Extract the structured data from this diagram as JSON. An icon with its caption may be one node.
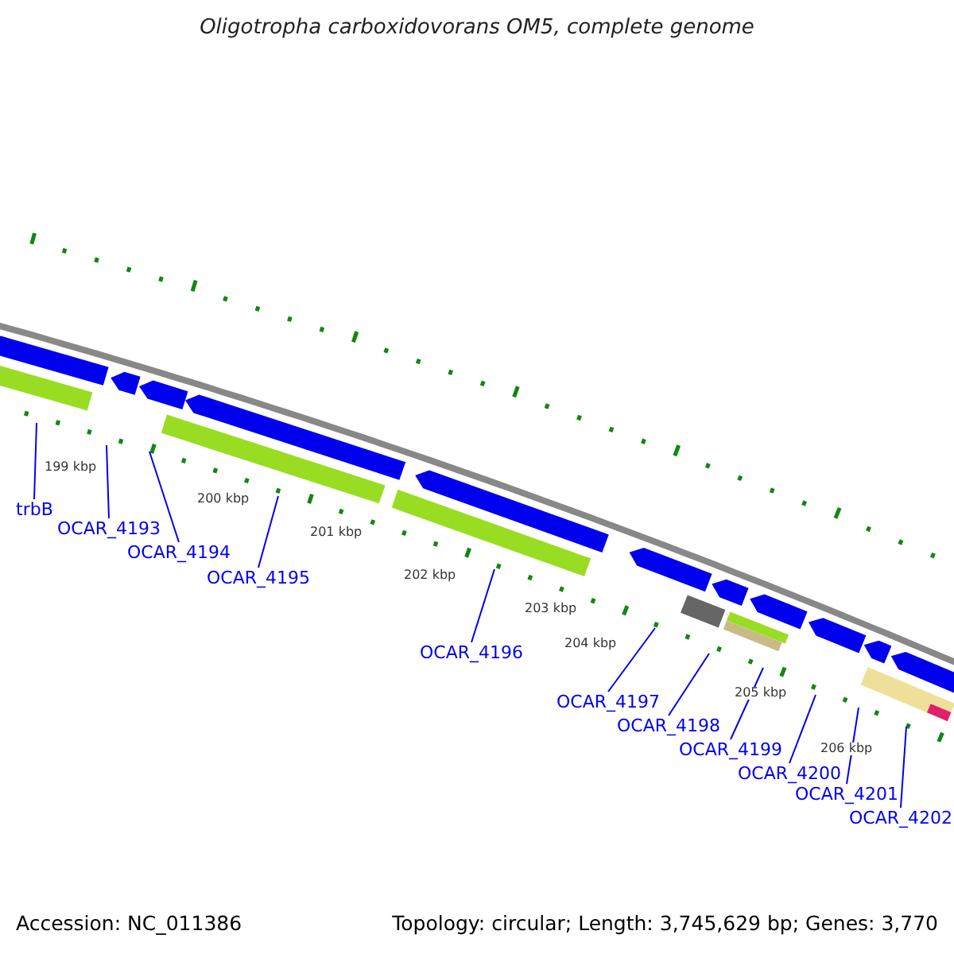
{
  "diagram": {
    "title": "Oligotropha carboxidovorans OM5, complete genome",
    "nodes": [
      {
        "text": [
          "trbB"
        ]
      },
      {
        "text": [
          "OCAR_4193"
        ]
      },
      {
        "text": [
          "OCAR_4194"
        ]
      },
      {
        "text": [
          "OCAR_4195"
        ]
      },
      {
        "text": [
          "OCAR_4196"
        ]
      },
      {
        "text": [
          "OCAR_4197"
        ]
      },
      {
        "text": [
          "OCAR_4198"
        ]
      },
      {
        "text": [
          "OCAR_4199"
        ]
      },
      {
        "text": [
          "OCAR_4200"
        ]
      },
      {
        "text": [
          "OCAR_4201"
        ]
      },
      {
        "text": [
          "OCAR_4202"
        ]
      }
    ],
    "edges": [
      {
        "from": 0,
        "to": null,
        "arrow": "none"
      },
      {
        "from": 1,
        "to": null,
        "arrow": "none"
      },
      {
        "from": 2,
        "to": null,
        "arrow": "none"
      },
      {
        "from": 3,
        "to": null,
        "arrow": "none"
      },
      {
        "from": 4,
        "to": null,
        "arrow": "none"
      },
      {
        "from": 5,
        "to": null,
        "arrow": "none"
      },
      {
        "from": 6,
        "to": null,
        "arrow": "none"
      },
      {
        "from": 7,
        "to": null,
        "arrow": "none"
      },
      {
        "from": 8,
        "to": null,
        "arrow": "none"
      },
      {
        "from": 9,
        "to": null,
        "arrow": "none"
      },
      {
        "from": 10,
        "to": null,
        "arrow": "none"
      }
    ],
    "labels": [
      "199 kbp",
      "200 kbp",
      "201 kbp",
      "202 kbp",
      "203 kbp",
      "204 kbp",
      "205 kbp",
      "206 kbp",
      "Accession: NC_011386",
      "Topology: circular; Length: 3,745,629 bp; Genes: 3,770"
    ]
  }
}
